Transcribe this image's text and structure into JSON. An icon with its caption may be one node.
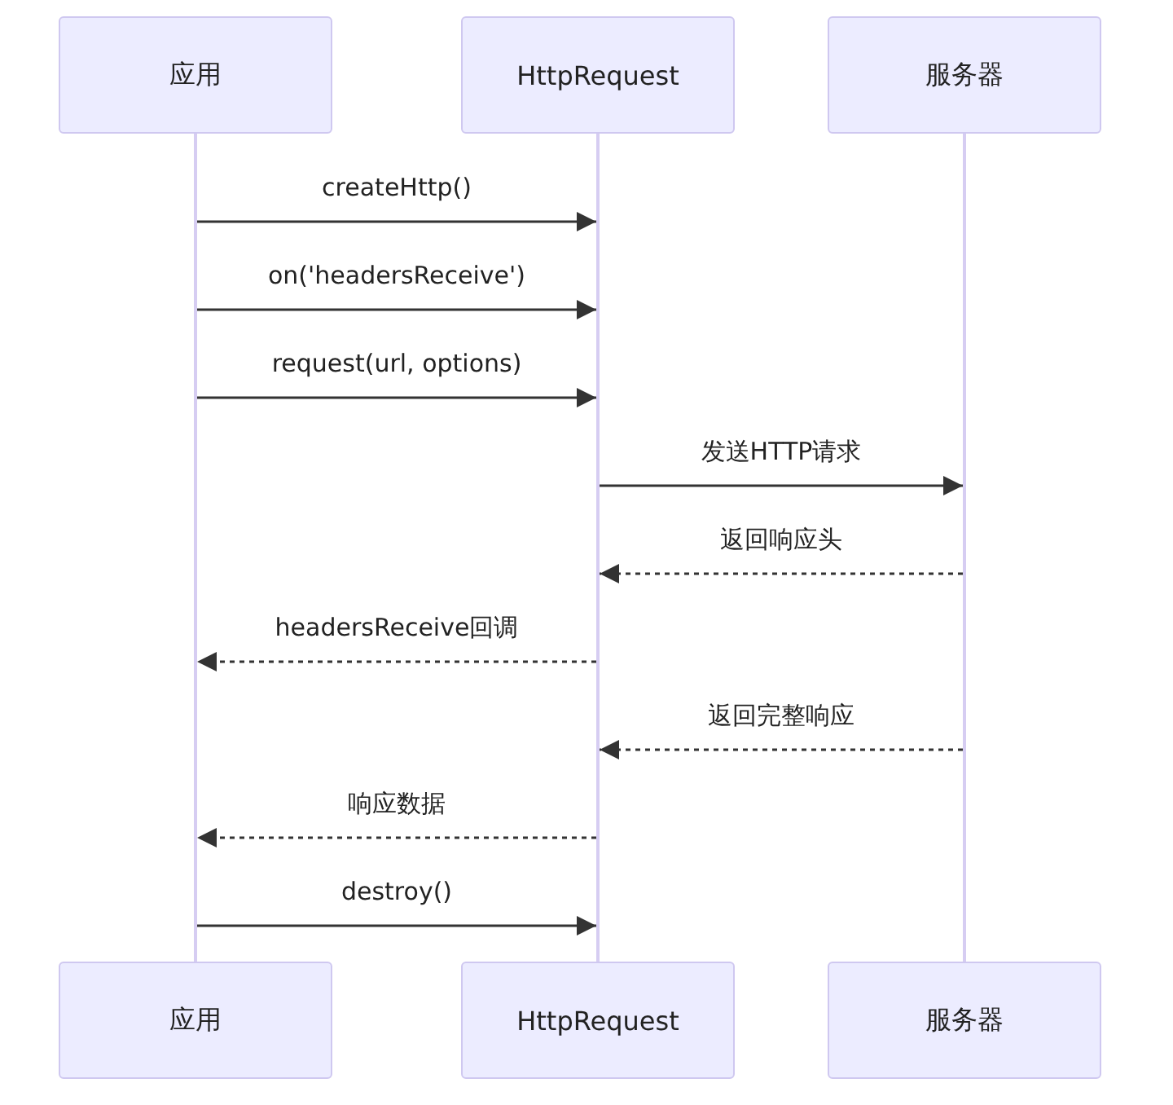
{
  "diagram": {
    "nodes": [
      {
        "text": [
          "应用"
        ]
      },
      {
        "text": [
          "HttpRequest"
        ]
      },
      {
        "text": [
          "服务器"
        ]
      },
      {
        "text": [],
        "shape": "bar"
      },
      {
        "text": [],
        "shape": "bar"
      },
      {
        "text": [],
        "shape": "bar"
      },
      {
        "text": [
          "应用"
        ]
      },
      {
        "text": [
          "HttpRequest"
        ]
      },
      {
        "text": [
          "服务器"
        ]
      }
    ],
    "edges": [
      {
        "from": 3,
        "to": 4,
        "arrow": "to",
        "label": "createHttp()"
      },
      {
        "from": 3,
        "to": 4,
        "arrow": "to",
        "label": "on('headersReceive')"
      },
      {
        "from": 3,
        "to": 4,
        "arrow": "to",
        "label": "request(url, options)"
      },
      {
        "from": 4,
        "to": 5,
        "arrow": "to",
        "label": "发送HTTP请求"
      },
      {
        "from": 5,
        "to": 4,
        "arrow": "to",
        "label": "返回响应头",
        "style": "dashed"
      },
      {
        "from": 4,
        "to": 3,
        "arrow": "to",
        "label": "headersReceive回调",
        "style": "dashed"
      },
      {
        "from": 5,
        "to": 4,
        "arrow": "to",
        "label": "返回完整响应",
        "style": "dashed"
      },
      {
        "from": 4,
        "to": 3,
        "arrow": "to",
        "label": "响应数据",
        "style": "dashed"
      },
      {
        "from": 3,
        "to": 4,
        "arrow": "to",
        "label": "destroy()"
      }
    ]
  }
}
